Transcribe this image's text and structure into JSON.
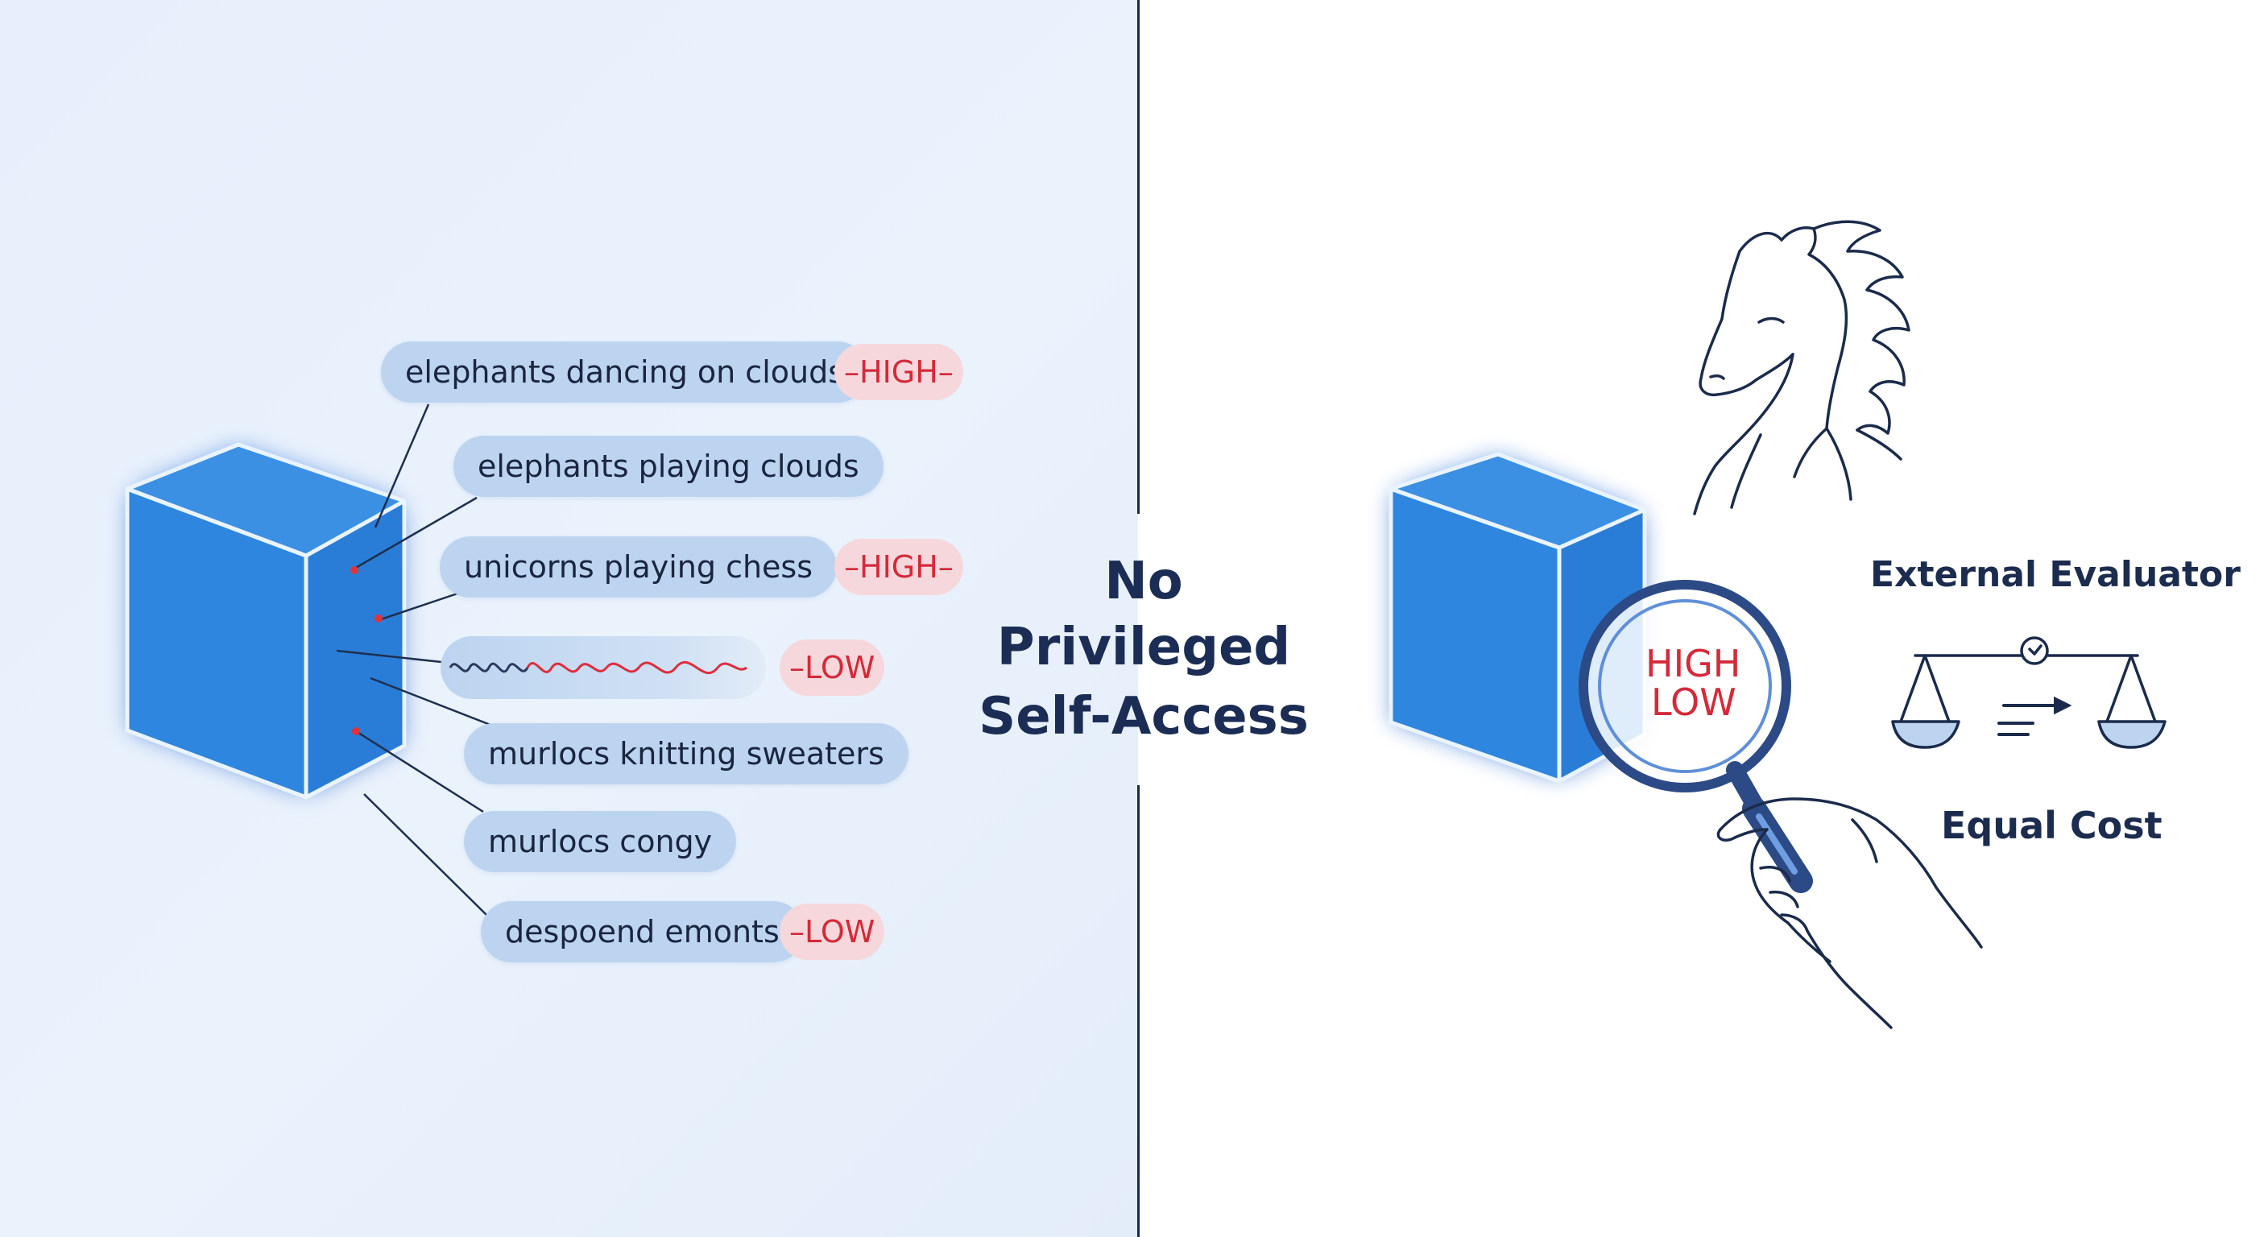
{
  "center_title": {
    "line1": "No",
    "line2": "Privileged",
    "line3": "Self-Access"
  },
  "left_panel": {
    "labels": [
      {
        "text": "elephants dancing on clouds",
        "tag": "–HIGH–"
      },
      {
        "text": "elephants playing clouds"
      },
      {
        "text": "unicorns playing chess",
        "tag": "–HIGH–"
      },
      {
        "text": "",
        "tag": "–LOW"
      },
      {
        "text": "murlocs knitting sweaters"
      },
      {
        "text": "murlocs congy"
      },
      {
        "text": "despoend emonts",
        "tag": "–LOW"
      }
    ]
  },
  "right_panel": {
    "evaluator_label": "External Evaluator",
    "cost_label": "Equal Cost",
    "magnifier_readout": {
      "high": "HIGH",
      "low": "LOW"
    }
  },
  "colors": {
    "cube_face": "#2f86de",
    "cube_edge": "#e8f2ff",
    "pill_fill": "#bcd4f0",
    "tag_fill": "#f6d8dc",
    "tag_text": "#d42a3a",
    "line_art": "#1b2b4b",
    "title_text": "#1b2d55"
  },
  "icons": [
    "cube-icon",
    "waveform-icon",
    "horse-icon",
    "magnifier-icon",
    "hand-icon",
    "balance-scale-icon",
    "arrow-right-icon"
  ]
}
